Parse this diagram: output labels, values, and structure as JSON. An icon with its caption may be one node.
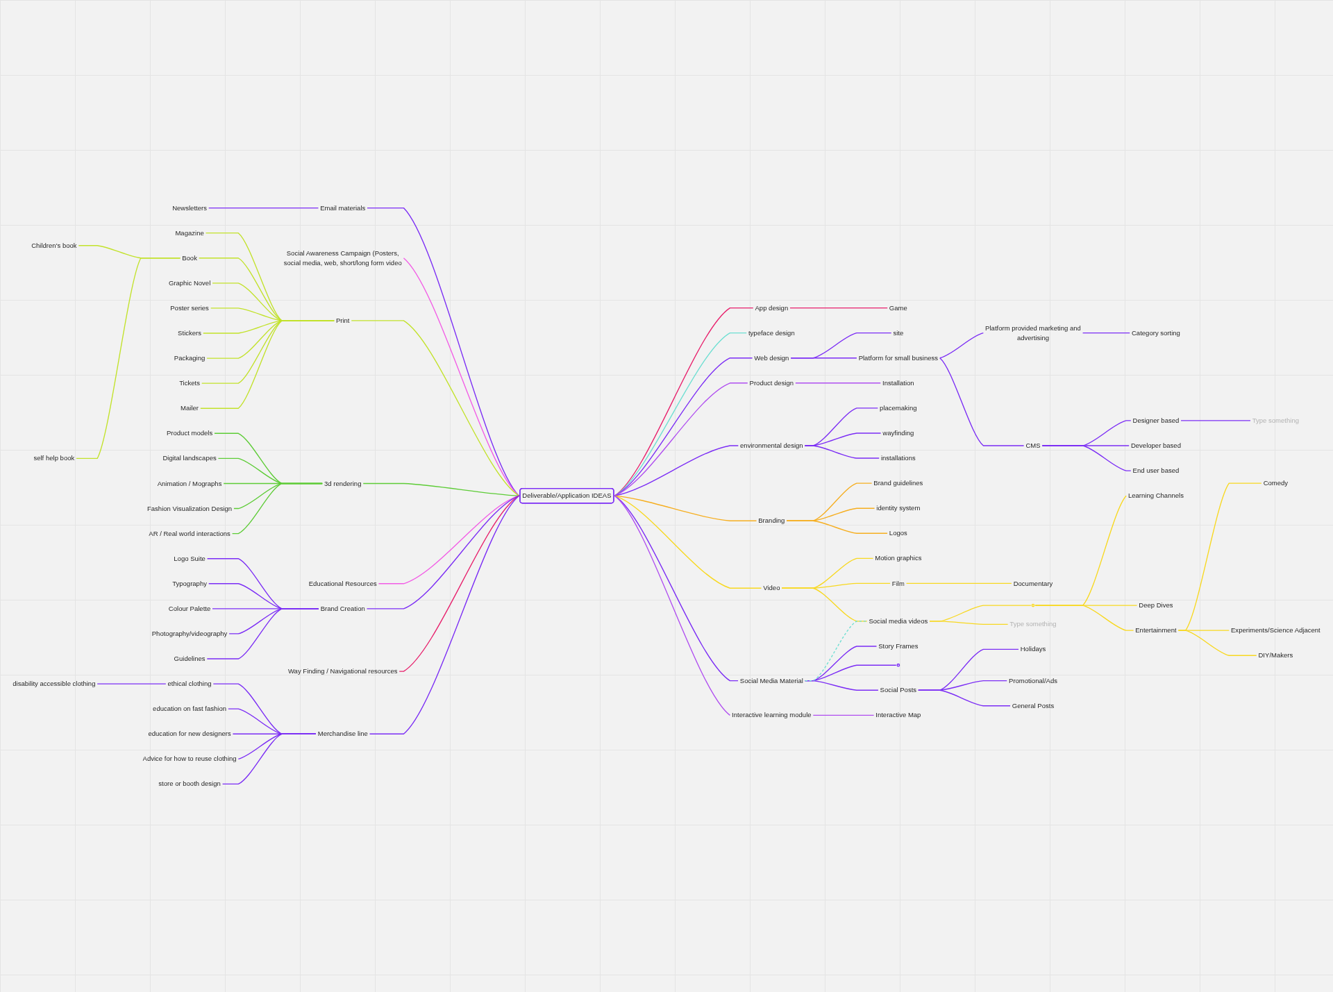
{
  "diagram": {
    "nodes": [
      {
        "text": [
          "Deliverable/Application IDEAS"
        ]
      },
      {
        "text": [
          "Newsletters"
        ]
      },
      {
        "text": [
          "Email materials"
        ]
      },
      {
        "text": [
          "Social Awareness Campaign (Posters, social media, web, short/long form video"
        ]
      },
      {
        "text": [
          "Magazine"
        ]
      },
      {
        "text": [
          "Children's book"
        ]
      },
      {
        "text": [
          "self help book"
        ]
      },
      {
        "text": [
          "Book"
        ]
      },
      {
        "text": [
          "Graphic Novel"
        ]
      },
      {
        "text": [
          "Poster series"
        ]
      },
      {
        "text": [
          "Stickers"
        ]
      },
      {
        "text": [
          "Packaging"
        ]
      },
      {
        "text": [
          "Tickets"
        ]
      },
      {
        "text": [
          "Mailer"
        ]
      },
      {
        "text": [
          "Print"
        ]
      },
      {
        "text": [
          "Product models"
        ]
      },
      {
        "text": [
          "Digital landscapes"
        ]
      },
      {
        "text": [
          "Animation / Mographs"
        ]
      },
      {
        "text": [
          "Fashion Visualization Design"
        ]
      },
      {
        "text": [
          "AR / Real world interactions"
        ]
      },
      {
        "text": [
          "3d rendering"
        ]
      },
      {
        "text": [
          "Educational Resources"
        ]
      },
      {
        "text": [
          "Logo Suite"
        ]
      },
      {
        "text": [
          "Typography"
        ]
      },
      {
        "text": [
          "Colour Palette"
        ]
      },
      {
        "text": [
          "Photography/videography"
        ]
      },
      {
        "text": [
          "Guidelines"
        ]
      },
      {
        "text": [
          "Brand Creation"
        ]
      },
      {
        "text": [
          "Way Finding / Navigational resources"
        ]
      },
      {
        "text": [
          "disability accessible clothing"
        ]
      },
      {
        "text": [
          "ethical clothing"
        ]
      },
      {
        "text": [
          "education on fast fashion"
        ]
      },
      {
        "text": [
          "education for new designers"
        ]
      },
      {
        "text": [
          "Advice for how to reuse clothing"
        ]
      },
      {
        "text": [
          "store or booth design"
        ]
      },
      {
        "text": [
          "Merchandise line"
        ]
      },
      {
        "text": [
          "Game"
        ]
      },
      {
        "text": [
          "App design"
        ]
      },
      {
        "text": [
          "typeface design"
        ]
      },
      {
        "text": [
          "Web design"
        ]
      },
      {
        "text": [
          "site"
        ]
      },
      {
        "text": [
          "Platform for small business"
        ]
      },
      {
        "text": [
          "Platform provided marketing and advertising"
        ]
      },
      {
        "text": [
          "Category sorting"
        ]
      },
      {
        "text": [
          "CMS"
        ]
      },
      {
        "text": [
          "Designer based"
        ]
      },
      {
        "text": [
          "Type something"
        ]
      },
      {
        "text": [
          "Developer based"
        ]
      },
      {
        "text": [
          "End user based"
        ]
      },
      {
        "text": [
          "Product design"
        ]
      },
      {
        "text": [
          "Installation"
        ]
      },
      {
        "text": [
          "environmental design"
        ]
      },
      {
        "text": [
          "placemaking"
        ]
      },
      {
        "text": [
          "wayfinding"
        ]
      },
      {
        "text": [
          "installations"
        ]
      },
      {
        "text": [
          "Branding"
        ]
      },
      {
        "text": [
          "Brand guidelines"
        ]
      },
      {
        "text": [
          "identity system"
        ]
      },
      {
        "text": [
          "Logos"
        ]
      },
      {
        "text": [
          "Video"
        ]
      },
      {
        "text": [
          "Motion graphics"
        ]
      },
      {
        "text": [
          "Film"
        ]
      },
      {
        "text": [
          "Documentary"
        ]
      },
      {
        "text": [
          "Social media videos"
        ]
      },
      {
        "text": [],
        "shape": "circle"
      },
      {
        "text": [
          "Learning Channels"
        ]
      },
      {
        "text": [
          "Deep Dives"
        ]
      },
      {
        "text": [
          "Entertainment"
        ]
      },
      {
        "text": [
          "Comedy"
        ]
      },
      {
        "text": [
          "Experiments/Science Adjacent"
        ]
      },
      {
        "text": [
          "DIY/Makers"
        ]
      },
      {
        "text": [
          "Type something"
        ]
      },
      {
        "text": [
          "Social Media Material"
        ]
      },
      {
        "text": [
          "Story Frames"
        ]
      },
      {
        "text": [],
        "shape": "circle"
      },
      {
        "text": [
          "Social Posts"
        ]
      },
      {
        "text": [
          "Holidays"
        ]
      },
      {
        "text": [
          "Promotional/Ads"
        ]
      },
      {
        "text": [
          "General Posts"
        ]
      },
      {
        "text": [
          "Interactive learning module"
        ]
      },
      {
        "text": [
          "Interactive Map"
        ]
      }
    ],
    "edges": [
      {
        "from": 1,
        "to": 2,
        "arrow": "none"
      },
      {
        "from": 2,
        "to": 0,
        "arrow": "none"
      },
      {
        "from": 3,
        "to": 0,
        "arrow": "none",
        "color": "#f25ce6"
      },
      {
        "from": 4,
        "to": 14,
        "arrow": "none",
        "color": "#c2e22a"
      },
      {
        "from": 5,
        "to": 7,
        "arrow": "none",
        "color": "#c2e22a"
      },
      {
        "from": 6,
        "to": 7,
        "arrow": "none",
        "color": "#c2e22a"
      },
      {
        "from": 7,
        "to": 14,
        "arrow": "none",
        "color": "#c2e22a"
      },
      {
        "from": 8,
        "to": 14,
        "arrow": "none",
        "color": "#c2e22a"
      },
      {
        "from": 9,
        "to": 14,
        "arrow": "none",
        "color": "#c2e22a"
      },
      {
        "from": 10,
        "to": 14,
        "arrow": "none",
        "color": "#c2e22a"
      },
      {
        "from": 11,
        "to": 14,
        "arrow": "none",
        "color": "#c2e22a"
      },
      {
        "from": 12,
        "to": 14,
        "arrow": "none",
        "color": "#c2e22a"
      },
      {
        "from": 13,
        "to": 14,
        "arrow": "none",
        "color": "#c2e22a"
      },
      {
        "from": 14,
        "to": 0,
        "arrow": "none",
        "color": "#c2e22a"
      },
      {
        "from": 15,
        "to": 20,
        "arrow": "none",
        "color": "#5dcc36"
      },
      {
        "from": 16,
        "to": 20,
        "arrow": "none",
        "color": "#5dcc36"
      },
      {
        "from": 17,
        "to": 20,
        "arrow": "none",
        "color": "#5dcc36"
      },
      {
        "from": 18,
        "to": 20,
        "arrow": "none",
        "color": "#5dcc36"
      },
      {
        "from": 19,
        "to": 20,
        "arrow": "none",
        "color": "#5dcc36"
      },
      {
        "from": 20,
        "to": 0,
        "arrow": "none",
        "color": "#5dcc36"
      },
      {
        "from": 21,
        "to": 0,
        "arrow": "none",
        "color": "#f25ce6"
      },
      {
        "from": 22,
        "to": 27,
        "arrow": "none"
      },
      {
        "from": 23,
        "to": 27,
        "arrow": "none"
      },
      {
        "from": 24,
        "to": 27,
        "arrow": "none"
      },
      {
        "from": 25,
        "to": 27,
        "arrow": "none"
      },
      {
        "from": 26,
        "to": 27,
        "arrow": "none"
      },
      {
        "from": 27,
        "to": 0,
        "arrow": "none"
      },
      {
        "from": 28,
        "to": 0,
        "arrow": "none",
        "color": "#e8206c"
      },
      {
        "from": 29,
        "to": 30,
        "arrow": "none"
      },
      {
        "from": 30,
        "to": 35,
        "arrow": "none"
      },
      {
        "from": 31,
        "to": 35,
        "arrow": "none"
      },
      {
        "from": 32,
        "to": 35,
        "arrow": "none"
      },
      {
        "from": 33,
        "to": 35,
        "arrow": "none"
      },
      {
        "from": 34,
        "to": 35,
        "arrow": "none"
      },
      {
        "from": 35,
        "to": 0,
        "arrow": "none"
      },
      {
        "from": 0,
        "to": 37,
        "arrow": "none",
        "color": "#e8206c"
      },
      {
        "from": 37,
        "to": 36,
        "arrow": "none",
        "color": "#e8206c"
      },
      {
        "from": 0,
        "to": 38,
        "arrow": "none",
        "color": "#6edfd2"
      },
      {
        "from": 0,
        "to": 39,
        "arrow": "none"
      },
      {
        "from": 39,
        "to": 40,
        "arrow": "none"
      },
      {
        "from": 39,
        "to": 41,
        "arrow": "none"
      },
      {
        "from": 41,
        "to": 42,
        "arrow": "none"
      },
      {
        "from": 42,
        "to": 43,
        "arrow": "none"
      },
      {
        "from": 41,
        "to": 44,
        "arrow": "none"
      },
      {
        "from": 44,
        "to": 45,
        "arrow": "none"
      },
      {
        "from": 45,
        "to": 46,
        "arrow": "none"
      },
      {
        "from": 44,
        "to": 47,
        "arrow": "none"
      },
      {
        "from": 44,
        "to": 48,
        "arrow": "none"
      },
      {
        "from": 0,
        "to": 49,
        "arrow": "none",
        "color": "#b04ef0"
      },
      {
        "from": 49,
        "to": 50,
        "arrow": "none",
        "color": "#b04ef0"
      },
      {
        "from": 0,
        "to": 51,
        "arrow": "none"
      },
      {
        "from": 51,
        "to": 52,
        "arrow": "none"
      },
      {
        "from": 51,
        "to": 53,
        "arrow": "none"
      },
      {
        "from": 51,
        "to": 54,
        "arrow": "none"
      },
      {
        "from": 0,
        "to": 55,
        "arrow": "none",
        "color": "#f6ae1f"
      },
      {
        "from": 55,
        "to": 56,
        "arrow": "none",
        "color": "#f6ae1f"
      },
      {
        "from": 55,
        "to": 57,
        "arrow": "none",
        "color": "#f6ae1f"
      },
      {
        "from": 55,
        "to": 58,
        "arrow": "none",
        "color": "#f6ae1f"
      },
      {
        "from": 0,
        "to": 59,
        "arrow": "none",
        "color": "#f8d81f"
      },
      {
        "from": 59,
        "to": 60,
        "arrow": "none",
        "color": "#f8d81f"
      },
      {
        "from": 59,
        "to": 61,
        "arrow": "none",
        "color": "#f8d81f"
      },
      {
        "from": 61,
        "to": 62,
        "arrow": "none",
        "color": "#f8d81f"
      },
      {
        "from": 59,
        "to": 63,
        "arrow": "none",
        "color": "#f8d81f"
      },
      {
        "from": 63,
        "to": 64,
        "arrow": "none",
        "color": "#f8d81f"
      },
      {
        "from": 64,
        "to": 65,
        "arrow": "none",
        "color": "#f8d81f"
      },
      {
        "from": 64,
        "to": 66,
        "arrow": "none",
        "color": "#f8d81f"
      },
      {
        "from": 64,
        "to": 67,
        "arrow": "none",
        "color": "#f8d81f"
      },
      {
        "from": 67,
        "to": 68,
        "arrow": "none",
        "color": "#f8d81f"
      },
      {
        "from": 67,
        "to": 69,
        "arrow": "none",
        "color": "#f8d81f"
      },
      {
        "from": 67,
        "to": 70,
        "arrow": "none",
        "color": "#f8d81f"
      },
      {
        "from": 63,
        "to": 71,
        "arrow": "none",
        "color": "#f8d81f"
      },
      {
        "from": 0,
        "to": 72,
        "arrow": "none"
      },
      {
        "from": 72,
        "to": 73,
        "arrow": "none"
      },
      {
        "from": 72,
        "to": 74,
        "arrow": "none"
      },
      {
        "from": 72,
        "to": 75,
        "arrow": "none"
      },
      {
        "from": 75,
        "to": 76,
        "arrow": "none"
      },
      {
        "from": 75,
        "to": 77,
        "arrow": "none"
      },
      {
        "from": 75,
        "to": 78,
        "arrow": "none"
      },
      {
        "from": 72,
        "to": 63,
        "arrow": "none",
        "style": "dashed",
        "color": "#6edfd2"
      },
      {
        "from": 0,
        "to": 79,
        "arrow": "none",
        "color": "#b04ef0"
      },
      {
        "from": 79,
        "to": 80,
        "arrow": "none",
        "color": "#b04ef0"
      }
    ]
  }
}
